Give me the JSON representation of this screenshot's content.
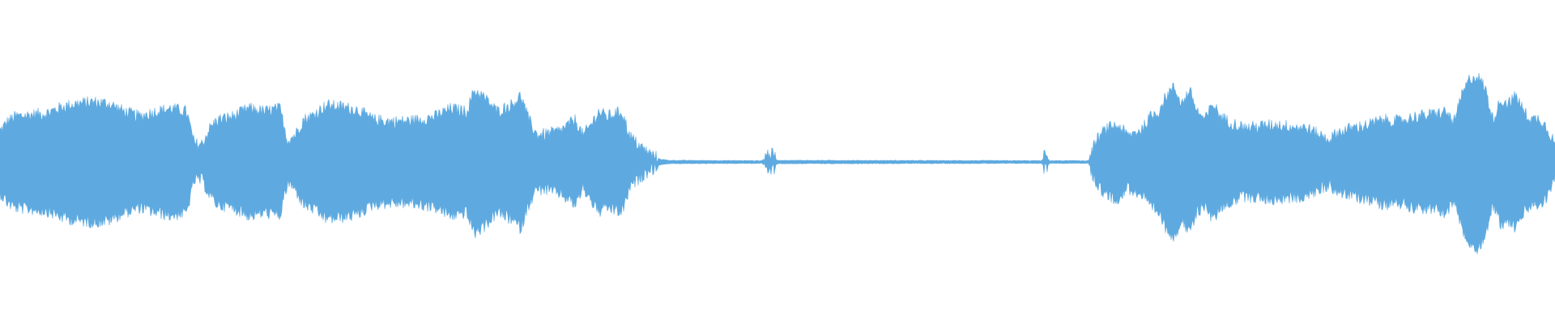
{
  "waveform": {
    "color": "#5eaae0",
    "background": "#ffffff",
    "segments": [
      {
        "start": 0.0,
        "end": 0.43,
        "kind": "loud"
      },
      {
        "start": 0.43,
        "end": 0.705,
        "kind": "silent"
      },
      {
        "start": 0.705,
        "end": 1.0,
        "kind": "loud"
      }
    ],
    "envelope": [
      [
        0.0,
        0.18
      ],
      [
        0.005,
        0.24
      ],
      [
        0.01,
        0.27
      ],
      [
        0.02,
        0.28
      ],
      [
        0.03,
        0.29
      ],
      [
        0.04,
        0.33
      ],
      [
        0.05,
        0.35
      ],
      [
        0.06,
        0.36
      ],
      [
        0.07,
        0.35
      ],
      [
        0.08,
        0.3
      ],
      [
        0.09,
        0.27
      ],
      [
        0.1,
        0.3
      ],
      [
        0.11,
        0.32
      ],
      [
        0.12,
        0.3
      ],
      [
        0.125,
        0.1
      ],
      [
        0.13,
        0.1
      ],
      [
        0.135,
        0.2
      ],
      [
        0.14,
        0.25
      ],
      [
        0.15,
        0.27
      ],
      [
        0.16,
        0.32
      ],
      [
        0.17,
        0.3
      ],
      [
        0.18,
        0.32
      ],
      [
        0.185,
        0.12
      ],
      [
        0.19,
        0.16
      ],
      [
        0.195,
        0.25
      ],
      [
        0.2,
        0.27
      ],
      [
        0.21,
        0.34
      ],
      [
        0.22,
        0.33
      ],
      [
        0.23,
        0.31
      ],
      [
        0.24,
        0.25
      ],
      [
        0.25,
        0.24
      ],
      [
        0.26,
        0.24
      ],
      [
        0.27,
        0.25
      ],
      [
        0.28,
        0.27
      ],
      [
        0.29,
        0.32
      ],
      [
        0.3,
        0.3
      ],
      [
        0.305,
        0.43
      ],
      [
        0.31,
        0.4
      ],
      [
        0.32,
        0.3
      ],
      [
        0.33,
        0.35
      ],
      [
        0.335,
        0.4
      ],
      [
        0.34,
        0.25
      ],
      [
        0.345,
        0.16
      ],
      [
        0.35,
        0.16
      ],
      [
        0.36,
        0.18
      ],
      [
        0.37,
        0.25
      ],
      [
        0.375,
        0.15
      ],
      [
        0.38,
        0.22
      ],
      [
        0.385,
        0.3
      ],
      [
        0.39,
        0.27
      ],
      [
        0.4,
        0.3
      ],
      [
        0.405,
        0.15
      ],
      [
        0.41,
        0.1
      ],
      [
        0.415,
        0.06
      ],
      [
        0.42,
        0.03
      ],
      [
        0.425,
        0.015
      ],
      [
        0.43,
        0.008
      ],
      [
        0.49,
        0.006
      ],
      [
        0.495,
        0.05
      ],
      [
        0.5,
        0.008
      ],
      [
        0.67,
        0.006
      ],
      [
        0.672,
        0.035
      ],
      [
        0.675,
        0.006
      ],
      [
        0.7,
        0.006
      ],
      [
        0.705,
        0.12
      ],
      [
        0.71,
        0.18
      ],
      [
        0.715,
        0.21
      ],
      [
        0.72,
        0.21
      ],
      [
        0.725,
        0.15
      ],
      [
        0.73,
        0.17
      ],
      [
        0.735,
        0.2
      ],
      [
        0.74,
        0.27
      ],
      [
        0.745,
        0.3
      ],
      [
        0.75,
        0.4
      ],
      [
        0.755,
        0.45
      ],
      [
        0.76,
        0.35
      ],
      [
        0.765,
        0.43
      ],
      [
        0.77,
        0.3
      ],
      [
        0.775,
        0.25
      ],
      [
        0.78,
        0.35
      ],
      [
        0.785,
        0.27
      ],
      [
        0.79,
        0.24
      ],
      [
        0.8,
        0.2
      ],
      [
        0.81,
        0.21
      ],
      [
        0.82,
        0.22
      ],
      [
        0.83,
        0.21
      ],
      [
        0.84,
        0.2
      ],
      [
        0.85,
        0.15
      ],
      [
        0.855,
        0.13
      ],
      [
        0.86,
        0.17
      ],
      [
        0.87,
        0.2
      ],
      [
        0.88,
        0.22
      ],
      [
        0.89,
        0.25
      ],
      [
        0.9,
        0.24
      ],
      [
        0.91,
        0.27
      ],
      [
        0.92,
        0.28
      ],
      [
        0.93,
        0.3
      ],
      [
        0.935,
        0.23
      ],
      [
        0.94,
        0.4
      ],
      [
        0.945,
        0.5
      ],
      [
        0.95,
        0.52
      ],
      [
        0.955,
        0.45
      ],
      [
        0.96,
        0.25
      ],
      [
        0.965,
        0.37
      ],
      [
        0.97,
        0.35
      ],
      [
        0.975,
        0.4
      ],
      [
        0.98,
        0.3
      ],
      [
        0.985,
        0.25
      ],
      [
        0.99,
        0.26
      ],
      [
        0.995,
        0.2
      ],
      [
        1.0,
        0.1
      ]
    ]
  }
}
